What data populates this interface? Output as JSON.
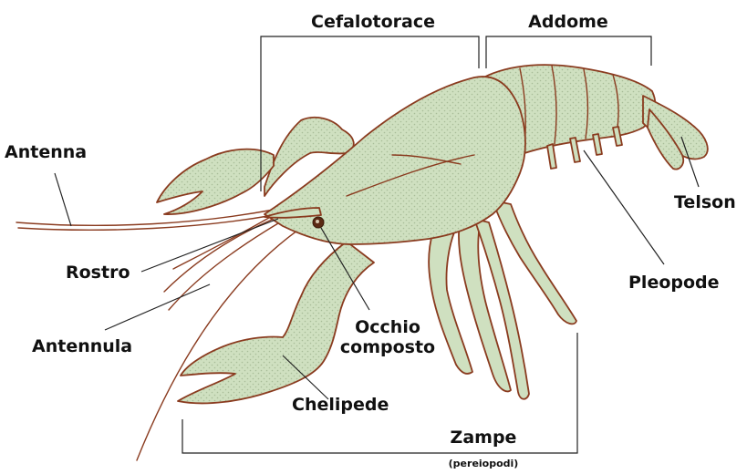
{
  "labels": {
    "cefalotorace": "Cefalotorace",
    "addome": "Addome",
    "antenna": "Antenna",
    "telson": "Telson",
    "rostro": "Rostro",
    "pleopode": "Pleopode",
    "antennula": "Antennula",
    "occhio_line1": "Occhio",
    "occhio_line2": "composto",
    "chelipede": "Chelipede",
    "zampe": "Zampe",
    "zampe_sub": "(pereiopodi)"
  },
  "colors": {
    "body_fill": "#cfe0c0",
    "outline": "#8a3b1f",
    "text": "#111111"
  }
}
